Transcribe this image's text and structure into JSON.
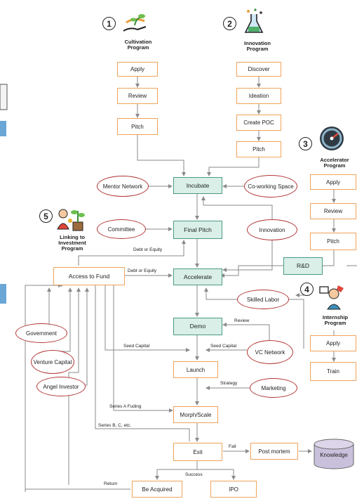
{
  "programs": {
    "cultivation": {
      "number": "1",
      "title": "Cultivation Program",
      "steps": [
        "Apply",
        "Review",
        "Pitch"
      ]
    },
    "innovation": {
      "number": "2",
      "title": "Innovation Program",
      "steps": [
        "Discover",
        "Ideation",
        "Create POC",
        "Pitch"
      ]
    },
    "accelerator": {
      "number": "3",
      "title": "Accelerator Program",
      "steps": [
        "Apply",
        "Review",
        "Pitch"
      ]
    },
    "internship": {
      "number": "4",
      "title": "Internship Program",
      "steps": [
        "Apply",
        "Train"
      ]
    },
    "linking": {
      "number": "5",
      "title": "Linking to Investment Program"
    }
  },
  "main_flow": {
    "incubate": "Incubate",
    "final_pitch": "Final Pitch",
    "accelerate": "Accelerate",
    "demo": "Demo",
    "launch": "Launch",
    "morph": "Morph/Scale",
    "exit": "Exit",
    "post_mortem": "Post mortem",
    "knowledge": "Knowledge",
    "be_acquired": "Be Acquired",
    "ipo": "IPO",
    "access_to_fund": "Access to Fund",
    "rd": "R&D"
  },
  "ovals": {
    "mentor": "Mentor Network",
    "coworking": "Co-working Space",
    "committee": "Committee",
    "innovation": "Innovation",
    "skilled": "Skilled Labor",
    "vc": "VC Network",
    "marketing": "Marketing",
    "government": "Government",
    "venture": "Venture Capital",
    "angel": "Angel Investor"
  },
  "edge_labels": {
    "debt1": "Debt or Equity",
    "debt2": "Debt or Equity",
    "review": "Review",
    "seed1": "Seed Capital",
    "seed2": "Seed Capital",
    "strategy": "Strategy",
    "seriesA": "Series A Fuding",
    "seriesB": "Series B, C, etc.",
    "fail": "Fail",
    "success": "Success",
    "return": "Return"
  },
  "colors": {
    "process_border": "#f0a35a",
    "core_fill": "#d9efe8",
    "core_border": "#4a9a86",
    "oval_border": "#b23535",
    "database_fill": "#c9c1db",
    "connector": "#8a8a8a"
  },
  "icons": [
    "hand-seedling-icon",
    "flask-icon",
    "gauge-icon",
    "worker-icon",
    "money-plant-icon",
    "database-icon"
  ]
}
